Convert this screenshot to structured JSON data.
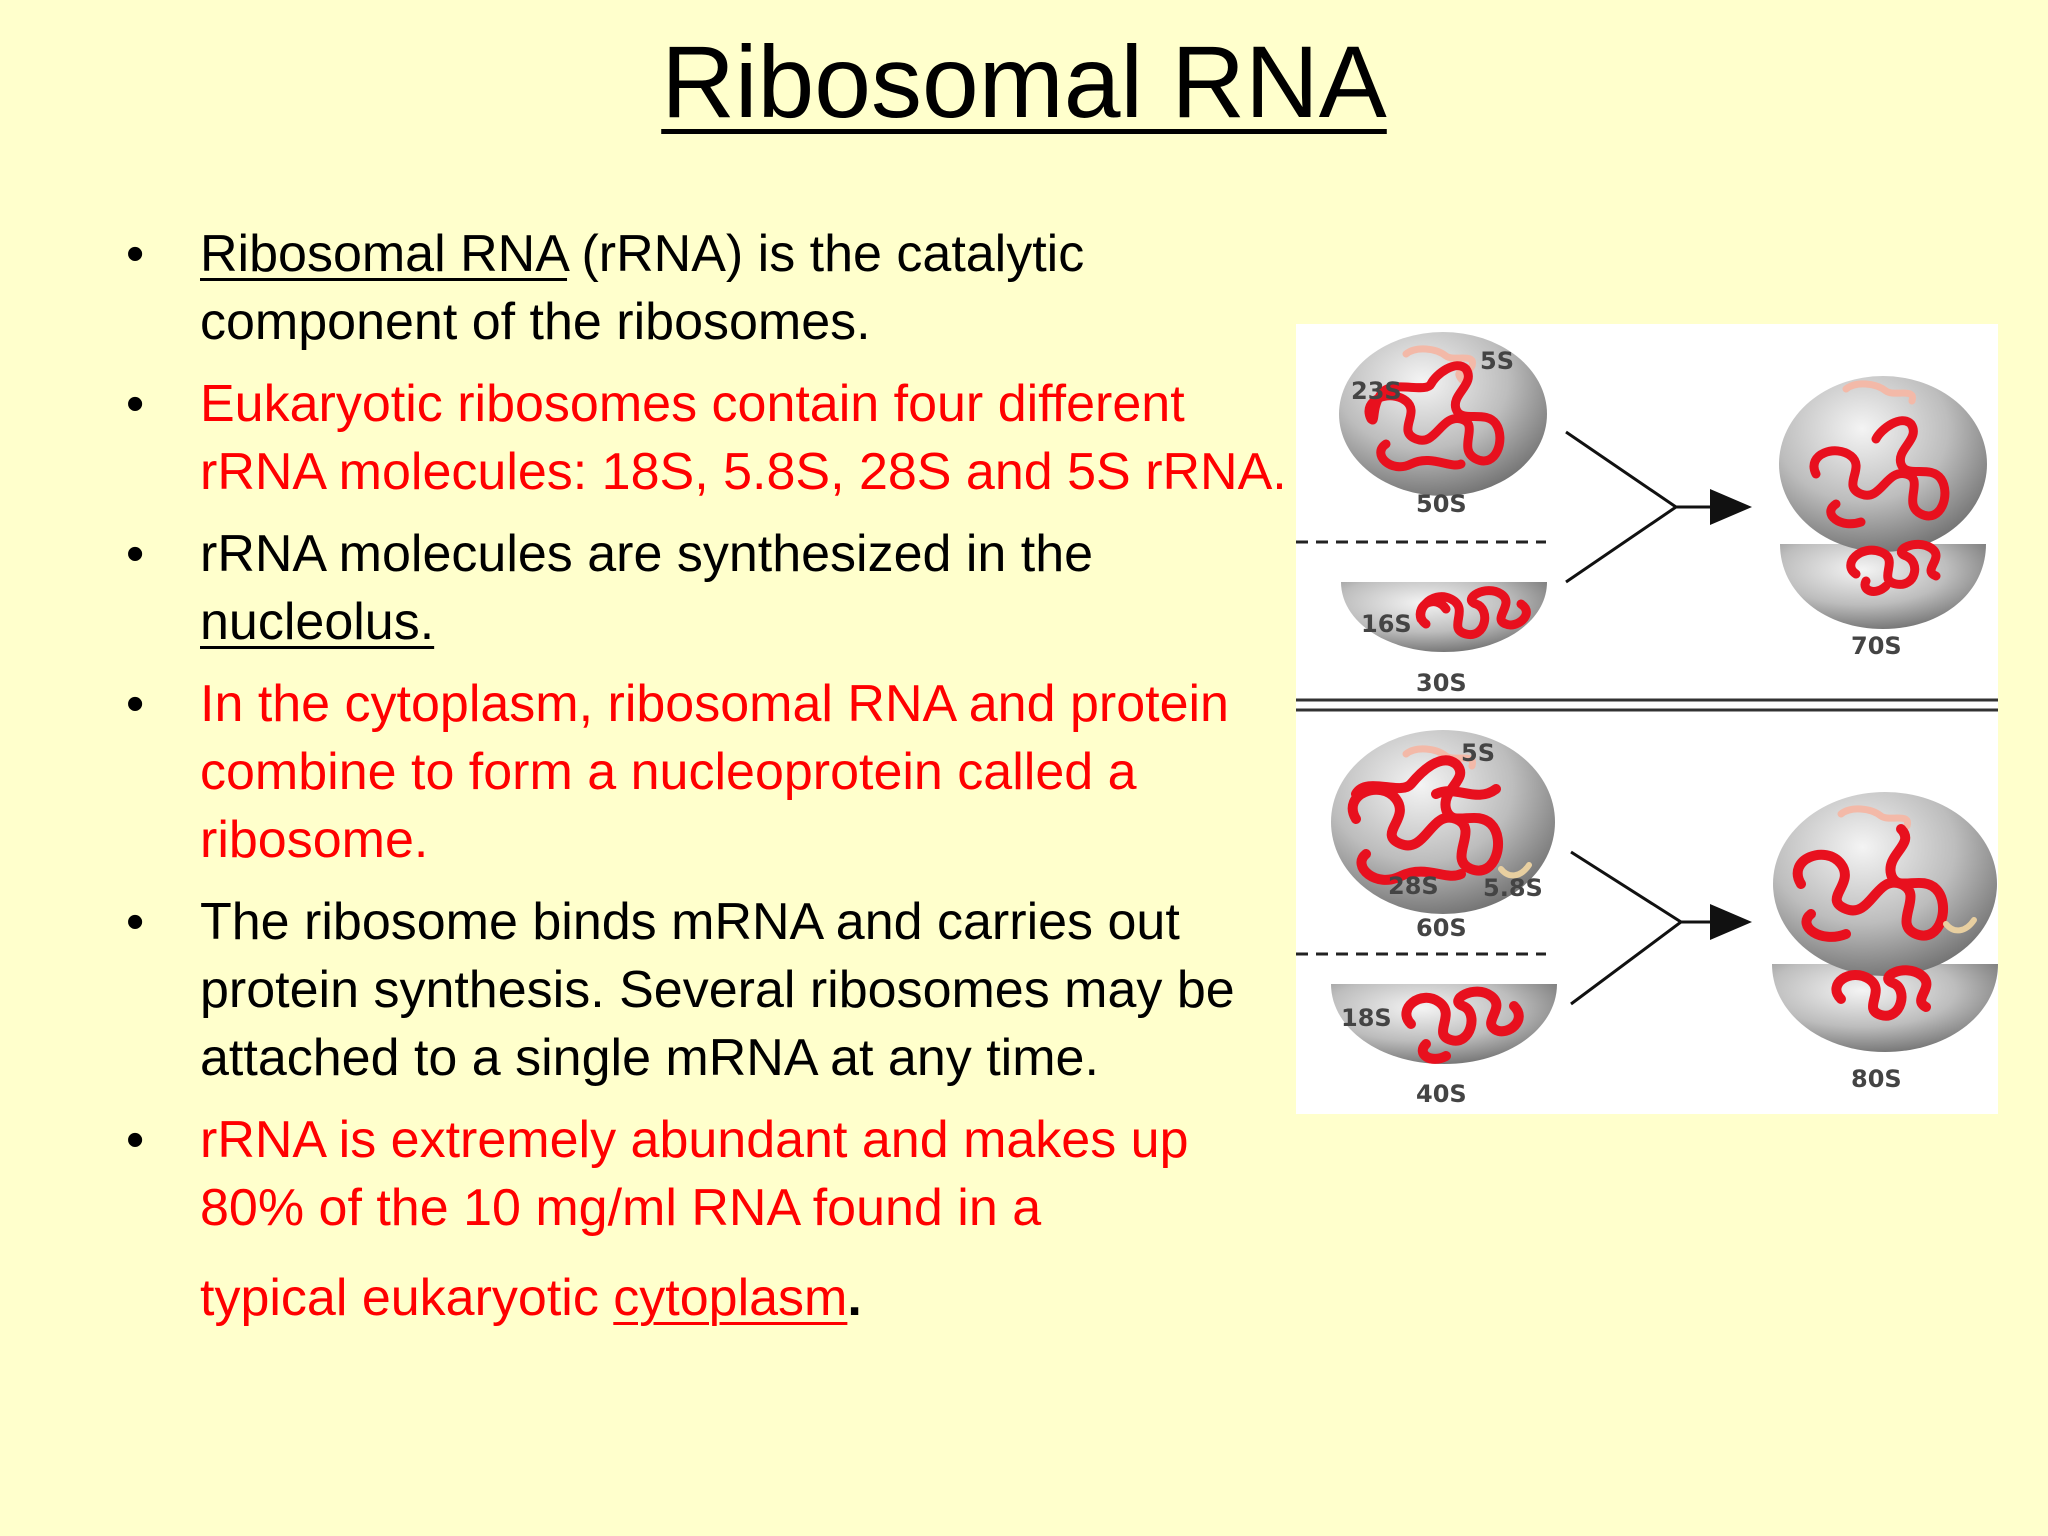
{
  "title": "Ribosomal RNA",
  "bullets": [
    {
      "link": "Ribosomal RNA",
      "text": " (rRNA) is the catalytic component of the ribosomes."
    },
    {
      "text": "Eukaryotic ribosomes contain four different rRNA molecules: 18S, 5.8S, 28S and 5S rRNA."
    },
    {
      "text": "rRNA molecules are synthesized in the ",
      "link": "nucleolus."
    },
    {
      "text": "In the cytoplasm, ribosomal RNA and protein combine to form a nucleoprotein called a ribosome."
    },
    {
      "text": "The ribosome binds mRNA and carries out protein synthesis. Several ribosomes may be attached to a single mRNA at any time."
    },
    {
      "text": " rRNA is extremely abundant and makes up 80% of the 10 mg/ml RNA found in a",
      "text2": "typical eukaryotic ",
      "link": "cytoplasm",
      "end": "."
    }
  ],
  "figure": {
    "prokaryotic": {
      "large_subunit": "50S",
      "large_rrna": "23S",
      "small_rrna_5s": "5S",
      "small_subunit": "30S",
      "small_rrna": "16S",
      "assembled": "70S"
    },
    "eukaryotic": {
      "large_subunit": "60S",
      "large_rrna": "28S",
      "rrna_5_8s": "5.8S",
      "rrna_5s": "5S",
      "small_subunit": "40S",
      "small_rrna": "18S",
      "assembled": "80S"
    }
  },
  "colors": {
    "background": "#ffffcc",
    "accent_red": "#ff0000",
    "rrna_strand": "#e8101e",
    "subunit_grey": "#bdbdbd"
  }
}
